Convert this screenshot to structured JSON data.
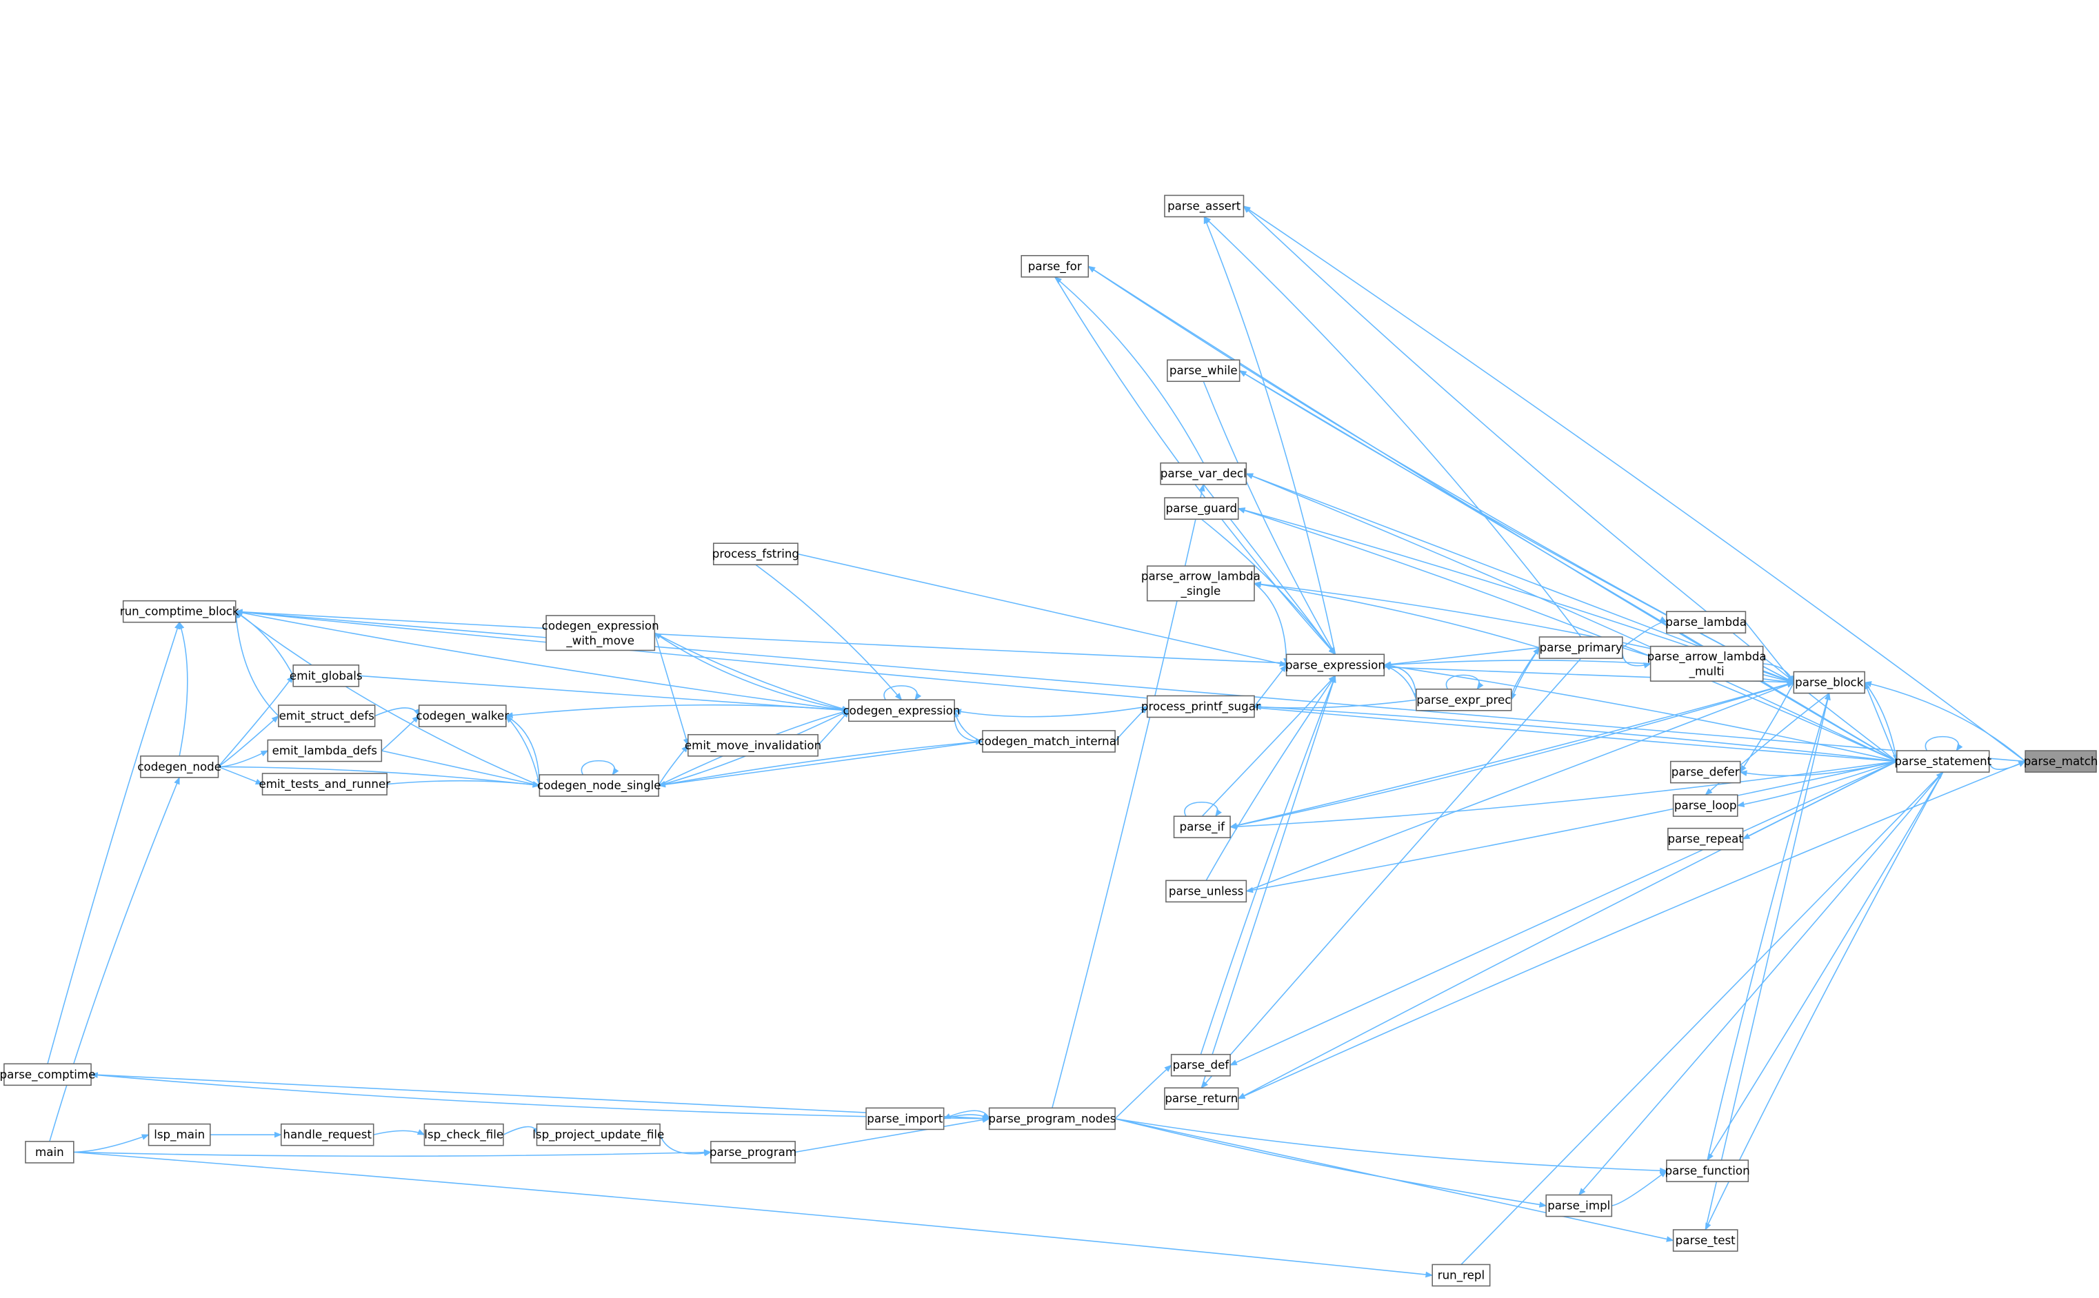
{
  "title": "parse_match caller graph",
  "focus_node": "parse_match",
  "colors": {
    "edge": "#63b8ff",
    "node_border": "#666666",
    "focus_fill": "#999999"
  },
  "nodes": [
    {
      "id": "parse_match",
      "label": "parse_match"
    },
    {
      "id": "parse_statement",
      "label": "parse_statement"
    },
    {
      "id": "parse_block",
      "label": "parse_block"
    },
    {
      "id": "parse_primary",
      "label": "parse_primary"
    },
    {
      "id": "parse_lambda",
      "label": "parse_lambda"
    },
    {
      "id": "parse_arrow_lambda_multi",
      "label": "parse_arrow_lambda\n_multi"
    },
    {
      "id": "parse_defer",
      "label": "parse_defer"
    },
    {
      "id": "parse_loop",
      "label": "parse_loop"
    },
    {
      "id": "parse_repeat",
      "label": "parse_repeat"
    },
    {
      "id": "parse_expression",
      "label": "parse_expression"
    },
    {
      "id": "parse_expr_prec",
      "label": "parse_expr_prec"
    },
    {
      "id": "parse_assert",
      "label": "parse_assert"
    },
    {
      "id": "parse_for",
      "label": "parse_for"
    },
    {
      "id": "parse_while",
      "label": "parse_while"
    },
    {
      "id": "parse_var_decl",
      "label": "parse_var_decl"
    },
    {
      "id": "parse_guard",
      "label": "parse_guard"
    },
    {
      "id": "parse_arrow_lambda_single",
      "label": "parse_arrow_lambda\n_single"
    },
    {
      "id": "process_printf_sugar",
      "label": "process_printf_sugar"
    },
    {
      "id": "parse_if",
      "label": "parse_if"
    },
    {
      "id": "parse_unless",
      "label": "parse_unless"
    },
    {
      "id": "parse_def",
      "label": "parse_def"
    },
    {
      "id": "parse_return",
      "label": "parse_return"
    },
    {
      "id": "parse_program_nodes",
      "label": "parse_program_nodes"
    },
    {
      "id": "parse_import",
      "label": "parse_import"
    },
    {
      "id": "parse_program",
      "label": "parse_program"
    },
    {
      "id": "parse_function",
      "label": "parse_function"
    },
    {
      "id": "parse_impl",
      "label": "parse_impl"
    },
    {
      "id": "parse_test",
      "label": "parse_test"
    },
    {
      "id": "run_repl",
      "label": "run_repl"
    },
    {
      "id": "process_fstring",
      "label": "process_fstring"
    },
    {
      "id": "codegen_expression",
      "label": "codegen_expression"
    },
    {
      "id": "codegen_expression_with_move",
      "label": "codegen_expression\n_with_move"
    },
    {
      "id": "emit_move_invalidation",
      "label": "emit_move_invalidation"
    },
    {
      "id": "codegen_match_internal",
      "label": "codegen_match_internal"
    },
    {
      "id": "codegen_node_single",
      "label": "codegen_node_single"
    },
    {
      "id": "codegen_walker",
      "label": "codegen_walker"
    },
    {
      "id": "emit_globals",
      "label": "emit_globals"
    },
    {
      "id": "emit_struct_defs",
      "label": "emit_struct_defs"
    },
    {
      "id": "emit_lambda_defs",
      "label": "emit_lambda_defs"
    },
    {
      "id": "emit_tests_and_runner",
      "label": "emit_tests_and_runner"
    },
    {
      "id": "run_comptime_block",
      "label": "run_comptime_block"
    },
    {
      "id": "codegen_node",
      "label": "codegen_node"
    },
    {
      "id": "parse_comptime",
      "label": "parse_comptime"
    },
    {
      "id": "main",
      "label": "main"
    },
    {
      "id": "lsp_main",
      "label": "lsp_main"
    },
    {
      "id": "handle_request",
      "label": "handle_request"
    },
    {
      "id": "lsp_check_file",
      "label": "lsp_check_file"
    },
    {
      "id": "lsp_project_update_file",
      "label": "lsp_project_update_file"
    }
  ],
  "edges": [
    [
      "parse_statement",
      "parse_match"
    ],
    [
      "parse_statement",
      "parse_statement"
    ],
    [
      "parse_statement",
      "parse_block"
    ],
    [
      "parse_block",
      "parse_statement"
    ],
    [
      "parse_match",
      "parse_block"
    ],
    [
      "parse_statement",
      "parse_defer"
    ],
    [
      "parse_statement",
      "parse_loop"
    ],
    [
      "parse_statement",
      "parse_repeat"
    ],
    [
      "parse_block",
      "parse_defer"
    ],
    [
      "parse_block",
      "parse_loop"
    ],
    [
      "parse_statement",
      "parse_assert"
    ],
    [
      "parse_statement",
      "parse_for"
    ],
    [
      "parse_statement",
      "parse_while"
    ],
    [
      "parse_statement",
      "parse_var_decl"
    ],
    [
      "parse_statement",
      "parse_guard"
    ],
    [
      "parse_statement",
      "parse_if"
    ],
    [
      "parse_statement",
      "parse_unless"
    ],
    [
      "parse_statement",
      "parse_def"
    ],
    [
      "parse_statement",
      "parse_return"
    ],
    [
      "parse_statement",
      "parse_impl"
    ],
    [
      "parse_statement",
      "parse_test"
    ],
    [
      "parse_statement",
      "run_comptime_block"
    ],
    [
      "parse_match",
      "run_comptime_block"
    ],
    [
      "parse_match",
      "parse_assert"
    ],
    [
      "parse_match",
      "parse_return"
    ],
    [
      "parse_block",
      "parse_for"
    ],
    [
      "parse_block",
      "parse_while"
    ],
    [
      "parse_block",
      "parse_var_decl"
    ],
    [
      "parse_block",
      "parse_guard"
    ],
    [
      "parse_block",
      "parse_arrow_lambda_single"
    ],
    [
      "parse_block",
      "parse_if"
    ],
    [
      "parse_block",
      "run_comptime_block"
    ],
    [
      "parse_lambda",
      "parse_block"
    ],
    [
      "parse_arrow_lambda_multi",
      "parse_block"
    ],
    [
      "parse_primary",
      "parse_lambda"
    ],
    [
      "parse_primary",
      "parse_arrow_lambda_multi"
    ],
    [
      "parse_primary",
      "parse_block"
    ],
    [
      "parse_primary",
      "parse_expression"
    ],
    [
      "parse_expr_prec",
      "parse_expression"
    ],
    [
      "parse_expression",
      "parse_expr_prec"
    ],
    [
      "parse_expr_prec",
      "parse_primary"
    ],
    [
      "parse_primary",
      "parse_expr_prec"
    ],
    [
      "parse_expr_prec",
      "parse_expr_prec"
    ],
    [
      "parse_primary",
      "parse_arrow_lambda_single"
    ],
    [
      "parse_primary",
      "parse_assert"
    ],
    [
      "parse_primary",
      "parse_return"
    ],
    [
      "parse_expr_prec",
      "process_printf_sugar"
    ],
    [
      "process_printf_sugar",
      "parse_expression"
    ],
    [
      "parse_arrow_lambda_multi",
      "parse_expression"
    ],
    [
      "parse_arrow_lambda_single",
      "parse_expression"
    ],
    [
      "parse_for",
      "parse_expression"
    ],
    [
      "parse_while",
      "parse_expression"
    ],
    [
      "parse_var_decl",
      "parse_expression"
    ],
    [
      "parse_guard",
      "parse_expression"
    ],
    [
      "parse_if",
      "parse_expression"
    ],
    [
      "parse_unless",
      "parse_expression"
    ],
    [
      "parse_def",
      "parse_expression"
    ],
    [
      "parse_return",
      "parse_expression"
    ],
    [
      "parse_statement",
      "parse_expression"
    ],
    [
      "parse_expression",
      "parse_assert"
    ],
    [
      "parse_if",
      "parse_if"
    ],
    [
      "parse_if",
      "parse_block"
    ],
    [
      "parse_unless",
      "parse_block"
    ],
    [
      "parse_statement",
      "process_printf_sugar"
    ],
    [
      "parse_var_decl",
      "parse_for"
    ],
    [
      "process_printf_sugar",
      "codegen_expression"
    ],
    [
      "codegen_match_internal",
      "process_printf_sugar"
    ],
    [
      "process_fstring",
      "parse_expression"
    ],
    [
      "process_fstring",
      "codegen_expression"
    ],
    [
      "codegen_expression",
      "codegen_expression"
    ],
    [
      "codegen_expression",
      "codegen_expression_with_move"
    ],
    [
      "codegen_expression_with_move",
      "codegen_expression"
    ],
    [
      "codegen_expression_with_move",
      "emit_move_invalidation"
    ],
    [
      "emit_move_invalidation",
      "codegen_expression"
    ],
    [
      "codegen_expression",
      "codegen_walker"
    ],
    [
      "codegen_expression",
      "codegen_match_internal"
    ],
    [
      "codegen_match_internal",
      "codegen_expression"
    ],
    [
      "codegen_match_internal",
      "codegen_node_single"
    ],
    [
      "codegen_node_single",
      "codegen_match_internal"
    ],
    [
      "codegen_node_single",
      "codegen_expression"
    ],
    [
      "codegen_expression",
      "codegen_node_single"
    ],
    [
      "codegen_node_single",
      "emit_move_invalidation"
    ],
    [
      "codegen_node_single",
      "codegen_node_single"
    ],
    [
      "codegen_node_single",
      "codegen_walker"
    ],
    [
      "codegen_walker",
      "codegen_node_single"
    ],
    [
      "codegen_node_single",
      "run_comptime_block"
    ],
    [
      "codegen_expression",
      "run_comptime_block"
    ],
    [
      "emit_globals",
      "codegen_expression"
    ],
    [
      "emit_globals",
      "run_comptime_block"
    ],
    [
      "emit_struct_defs",
      "codegen_walker"
    ],
    [
      "emit_struct_defs",
      "run_comptime_block"
    ],
    [
      "emit_lambda_defs",
      "codegen_walker"
    ],
    [
      "emit_lambda_defs",
      "codegen_node_single"
    ],
    [
      "emit_tests_and_runner",
      "codegen_node_single"
    ],
    [
      "codegen_node",
      "emit_globals"
    ],
    [
      "codegen_node",
      "emit_struct_defs"
    ],
    [
      "codegen_node",
      "emit_lambda_defs"
    ],
    [
      "codegen_node",
      "emit_tests_and_runner"
    ],
    [
      "codegen_node",
      "codegen_node_single"
    ],
    [
      "codegen_node",
      "run_comptime_block"
    ],
    [
      "main",
      "codegen_node"
    ],
    [
      "main",
      "lsp_main"
    ],
    [
      "lsp_main",
      "handle_request"
    ],
    [
      "handle_request",
      "lsp_check_file"
    ],
    [
      "lsp_check_file",
      "lsp_project_update_file"
    ],
    [
      "lsp_project_update_file",
      "parse_program"
    ],
    [
      "main",
      "parse_program"
    ],
    [
      "parse_program",
      "parse_program_nodes"
    ],
    [
      "parse_import",
      "parse_program_nodes"
    ],
    [
      "parse_program_nodes",
      "parse_import"
    ],
    [
      "parse_program_nodes",
      "parse_comptime"
    ],
    [
      "parse_comptime",
      "run_comptime_block"
    ],
    [
      "parse_comptime",
      "parse_program_nodes"
    ],
    [
      "parse_program_nodes",
      "parse_var_decl"
    ],
    [
      "parse_program_nodes",
      "parse_def"
    ],
    [
      "parse_program_nodes",
      "parse_function"
    ],
    [
      "parse_program_nodes",
      "parse_impl"
    ],
    [
      "parse_program_nodes",
      "parse_test"
    ],
    [
      "main",
      "run_repl"
    ],
    [
      "run_repl",
      "parse_statement"
    ],
    [
      "parse_impl",
      "parse_function"
    ],
    [
      "parse_function",
      "parse_block"
    ],
    [
      "parse_test",
      "parse_block"
    ],
    [
      "parse_statement",
      "parse_function"
    ]
  ]
}
